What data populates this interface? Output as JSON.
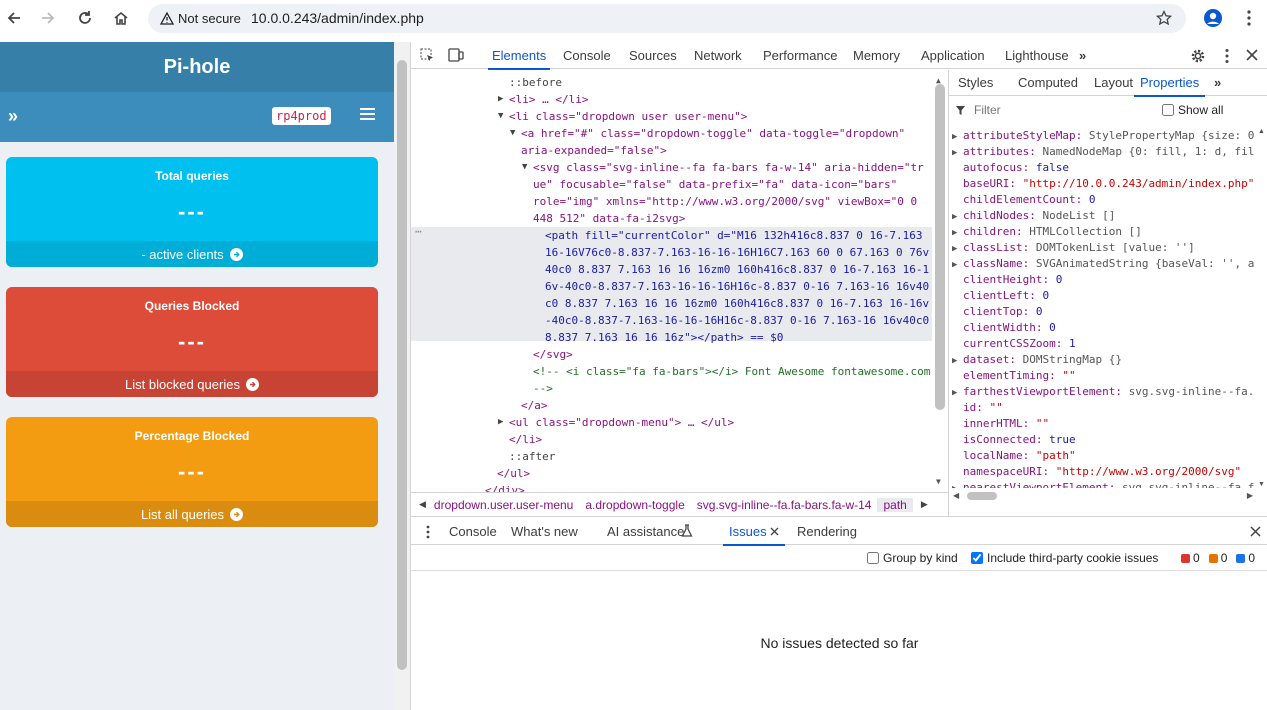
{
  "browser": {
    "security_label": "Not secure",
    "url": "10.0.0.243/admin/index.php"
  },
  "pihole": {
    "logo": "Pi-hole",
    "hostname": "rp4prod",
    "boxes": [
      {
        "title": "Total queries",
        "value": "---",
        "footer": "- active clients",
        "color": "#00c0ef",
        "footer_color": "#00add7"
      },
      {
        "title": "Queries Blocked",
        "value": "---",
        "footer": "List blocked queries",
        "color": "#dd4b39",
        "footer_color": "#c74333"
      },
      {
        "title": "Percentage Blocked",
        "value": "---",
        "footer": "List all queries",
        "color": "#f39c12",
        "footer_color": "#da8c10"
      }
    ]
  },
  "devtools": {
    "tabs": [
      "Elements",
      "Console",
      "Sources",
      "Network",
      "Performance",
      "Memory",
      "Application",
      "Lighthouse"
    ],
    "breadcrumbs": [
      "dropdown.user.user-menu",
      "a.dropdown-toggle",
      "svg.svg-inline--fa.fa-bars.fa-w-14",
      "path"
    ],
    "side_tabs": [
      "Styles",
      "Computed",
      "Layout",
      "Properties"
    ],
    "filter_placeholder": "Filter",
    "show_all": "Show all",
    "drawer_tabs": [
      "Console",
      "What's new",
      "AI assistance",
      "Issues",
      "Rendering"
    ],
    "group_by_kind": "Group by kind",
    "include_third_party": "Include third-party cookie issues",
    "issue_counts": [
      "0",
      "0",
      "0"
    ],
    "no_issues": "No issues detected so far",
    "dom_lines": [
      "::before",
      "<li> … </li>",
      "<li class=\"dropdown user user-menu\">",
      "<a href=\"#\" class=\"dropdown-toggle\" data-toggle=\"dropdown\"",
      "aria-expanded=\"false\">",
      "<svg class=\"svg-inline--fa fa-bars fa-w-14\" aria-hidden=\"tr",
      "ue\" focusable=\"false\" data-prefix=\"fa\" data-icon=\"bars\"",
      "role=\"img\" xmlns=\"http://www.w3.org/2000/svg\" viewBox=\"0 0",
      "448 512\" data-fa-i2svg>",
      "<path fill=\"currentColor\" d=\"M16 132h416c8.837 0 16-7.163",
      "16-16V76c0-8.837-7.163-16-16-16H16C7.163 60 0 67.163 0 76v",
      "40c0 8.837 7.163 16 16 16zm0 160h416c8.837 0 16-7.163 16-1",
      "6v-40c0-8.837-7.163-16-16-16H16c-8.837 0-16 7.163-16 16v40",
      "c0 8.837 7.163 16 16 16zm0 160h416c8.837 0 16-7.163 16-16v",
      "-40c0-8.837-7.163-16-16-16H16c-8.837 0-16 7.163-16 16v40c0",
      "8.837 7.163 16 16 16z\"></path> == $0",
      "</svg>",
      "<!-- <i class=\"fa fa-bars\"></i> Font Awesome fontawesome.com",
      "-->",
      "</a>",
      "<ul class=\"dropdown-menu\"> … </ul>",
      "</li>",
      "::after",
      "</ul>",
      "</div>"
    ],
    "properties": [
      {
        "k": "attributeStyleMap",
        "v": "StylePropertyMap {size: 0",
        "exp": true,
        "t": "o"
      },
      {
        "k": "attributes",
        "v": "NamedNodeMap {0: fill, 1: d, fil",
        "exp": true,
        "t": "o"
      },
      {
        "k": "autofocus",
        "v": "false",
        "exp": false,
        "t": "n"
      },
      {
        "k": "baseURI",
        "v": "\"http://10.0.0.243/admin/index.php\"",
        "exp": false,
        "t": "s"
      },
      {
        "k": "childElementCount",
        "v": "0",
        "exp": false,
        "t": "n"
      },
      {
        "k": "childNodes",
        "v": "NodeList []",
        "exp": true,
        "t": "o"
      },
      {
        "k": "children",
        "v": "HTMLCollection []",
        "exp": true,
        "t": "o"
      },
      {
        "k": "classList",
        "v": "DOMTokenList [value: '']",
        "exp": true,
        "t": "o"
      },
      {
        "k": "className",
        "v": "SVGAnimatedString {baseVal: '', a",
        "exp": true,
        "t": "o"
      },
      {
        "k": "clientHeight",
        "v": "0",
        "exp": false,
        "t": "n"
      },
      {
        "k": "clientLeft",
        "v": "0",
        "exp": false,
        "t": "n"
      },
      {
        "k": "clientTop",
        "v": "0",
        "exp": false,
        "t": "n"
      },
      {
        "k": "clientWidth",
        "v": "0",
        "exp": false,
        "t": "n"
      },
      {
        "k": "currentCSSZoom",
        "v": "1",
        "exp": false,
        "t": "n"
      },
      {
        "k": "dataset",
        "v": "DOMStringMap {}",
        "exp": true,
        "t": "o"
      },
      {
        "k": "elementTiming",
        "v": "\"\"",
        "exp": false,
        "t": "s"
      },
      {
        "k": "farthestViewportElement",
        "v": "svg.svg-inline--fa.",
        "exp": true,
        "t": "o"
      },
      {
        "k": "id",
        "v": "\"\"",
        "exp": false,
        "t": "s"
      },
      {
        "k": "innerHTML",
        "v": "\"\"",
        "exp": false,
        "t": "s"
      },
      {
        "k": "isConnected",
        "v": "true",
        "exp": false,
        "t": "n"
      },
      {
        "k": "localName",
        "v": "\"path\"",
        "exp": false,
        "t": "s"
      },
      {
        "k": "namespaceURI",
        "v": "\"http://www.w3.org/2000/svg\"",
        "exp": false,
        "t": "s"
      },
      {
        "k": "nearestViewportElement",
        "v": "svg.svg-inline--fa.f",
        "exp": true,
        "t": "o"
      }
    ]
  }
}
